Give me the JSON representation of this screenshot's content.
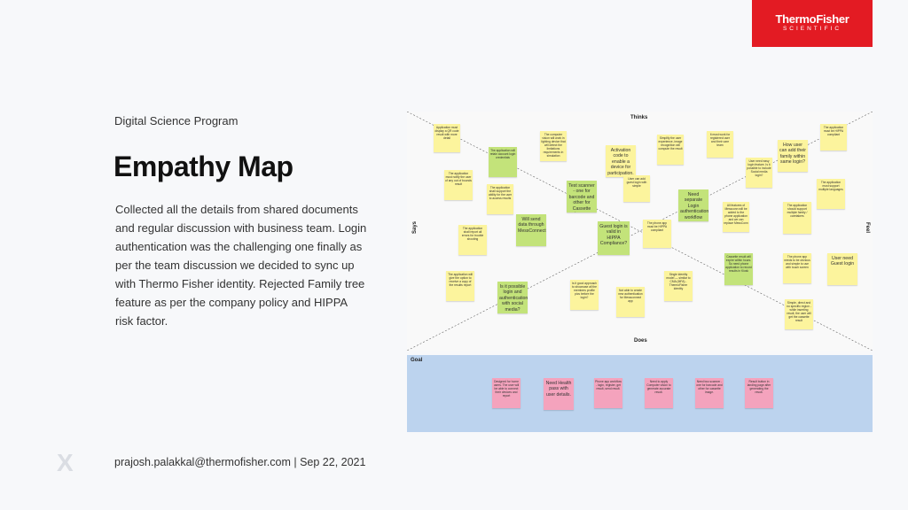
{
  "logo": {
    "line1": "ThermoFisher",
    "line2": "SCIENTIFIC"
  },
  "program": "Digital Science Program",
  "title": "Empathy Map",
  "description": "Collected all the details from shared documents and regular discussion with business team. Login authentication was the challenging one finally as per the team discussion we decided to sync up with Thermo Fisher identity. Rejected Family tree feature as per the company policy and HIPPA risk factor.",
  "footer": "prajosh.palakkal@thermofisher.com | Sep 22, 2021",
  "x_mark": "X",
  "board": {
    "labels": {
      "thinks": "Thinks",
      "does": "Does",
      "says": "Says",
      "feel": "Feel",
      "goal": "Goal"
    },
    "notes": {
      "t1": "The computer vision will work in lighting device that will detect the limitations requirements in simulation",
      "t2": "Activation code to enable a device for participation.",
      "t3": "Simplify the user experience, image recognition will compute the result",
      "t4": "It must work for registered user and their care team",
      "t5": "The application must be HIPPA compliant",
      "g1": "Test scanner - one for barcode and other for Cassette image.",
      "g2": "Need separate Login authentication workflow",
      "g3": "Will send data through MessConnect",
      "g4": "Guest login is valid in HIPPA Compliance?",
      "s2": "How user can add their family within same login?",
      "s3": "User need easy login feature. Is it possible to include Social media login?",
      "s4": "The application should support multiple family / caretakers",
      "s5": "All features of Messconn will be added to the phone application and we can replace MessConn",
      "s6": "Cassette result will expire within hours. So need phone application to record results in Kiosk",
      "s7": "The phone app needs to be obvious and simple to use with touch screen",
      "s8": "User need Guest login",
      "d1": "The application will give the option to receive a copy of the results report",
      "d2": "Is it possible login and authentication with social media?",
      "d3": "Is it good approach to showcase all the members profile pics before the login?",
      "d4": "Not able to create new authentication for Messconnect app",
      "d5": "Single identity model — similar to CMA (MFA) - ThermoFisher identity",
      "d6": "Simple, direct and no specific region - while inserting result, the user will get the cassette result",
      "y1": "Application must display a QR code result with more detail",
      "y2": "The application will retain account login credentials",
      "y3": "The application must notify the user of any out of bounds result",
      "y4": "The application shall support the ability for the user to access results",
      "y5": "The application shall report all errors for trouble shooting",
      "y6": "User can add guest login with simple",
      "y7": "The phone app must be HIPPA compliant",
      "y8": "The application must support multiple languages",
      "goal1": "Designed for home users. The user will be able to connect their devices and report",
      "goal2": "Need Health pass with user details.",
      "goal3": "Phone app workflow - login, register, get result, send result.",
      "goal4": "Need to apply Computer vision to generate accurate result.",
      "goal5": "Need two scanner - one for barcode and other for cassette image.",
      "goal6": "Result button in landing page after generating the result."
    }
  }
}
